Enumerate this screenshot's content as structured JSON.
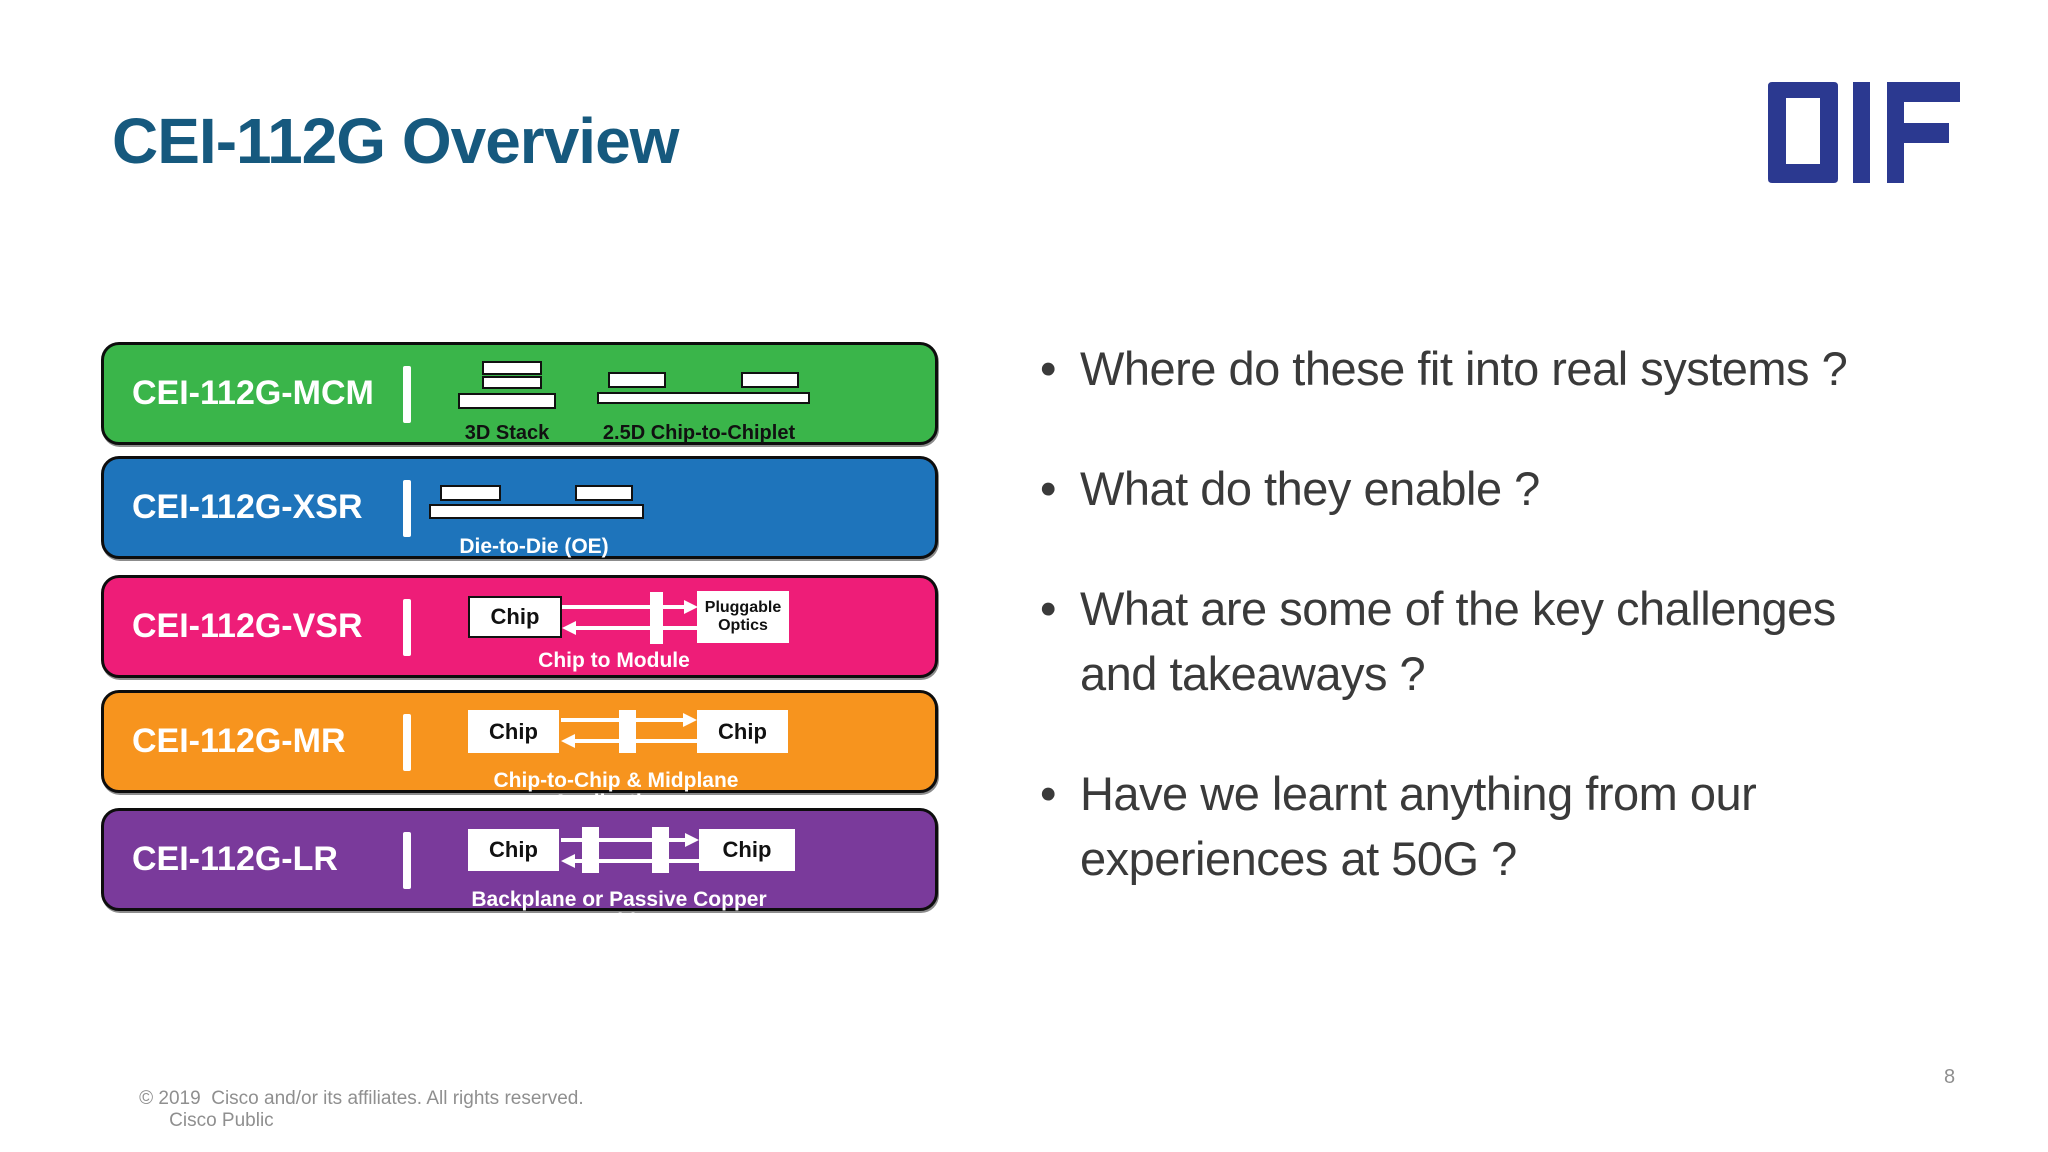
{
  "title": "CEI-112G Overview",
  "logo": {
    "text": "OIF"
  },
  "colors": {
    "title": "#16597e",
    "logo": "#2b3990",
    "bar_green": "#3ab54a",
    "bar_blue": "#1e74bb",
    "bar_pink": "#ee1d78",
    "bar_orange": "#f7941e",
    "bar_purple": "#7a3a9b",
    "bullet_text": "#3a3a3a",
    "footer_text": "#8f8f8f"
  },
  "glyphs": {
    "bullet": "•"
  },
  "bars": [
    {
      "label": "CEI-112G-MCM",
      "color": "#3ab54a",
      "captions": {
        "left": "3D Stack",
        "right": "2.5D Chip-to-Chiplet"
      }
    },
    {
      "label": "CEI-112G-XSR",
      "color": "#1e74bb",
      "caption": "Die-to-Die (OE)"
    },
    {
      "label": "CEI-112G-VSR",
      "color": "#ee1d78",
      "boxes": {
        "left": "Chip",
        "right": "Pluggable Optics"
      },
      "caption": "Chip to Module"
    },
    {
      "label": "CEI-112G-MR",
      "color": "#f7941e",
      "boxes": {
        "left": "Chip",
        "right": "Chip"
      },
      "caption": "Chip-to-Chip & Midplane Applications"
    },
    {
      "label": "CEI-112G-LR",
      "color": "#7a3a9b",
      "boxes": {
        "left": "Chip",
        "right": "Chip"
      },
      "caption": "Backplane or Passive Copper Cable"
    }
  ],
  "bullets": [
    {
      "lines": [
        "Where do these fit into real systems ?"
      ]
    },
    {
      "lines": [
        "What do they enable ?"
      ]
    },
    {
      "lines": [
        "What are some of the key challenges",
        "and takeaways ?"
      ]
    },
    {
      "lines": [
        "Have we learnt anything from our",
        "experiences at 50G ?"
      ]
    }
  ],
  "footer": {
    "copyright": "© 2019  Cisco and/or its affiliates. All rights reserved.",
    "classification": "Cisco Public",
    "page": "8"
  }
}
